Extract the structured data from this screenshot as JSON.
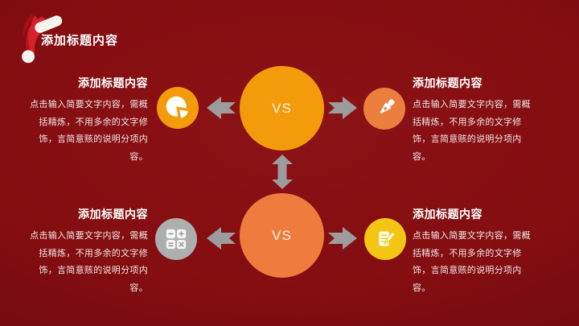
{
  "colors": {
    "background": "#830D10",
    "circle_orange": "#F49B0C",
    "circle_coral": "#EF7C3D",
    "circle_pen_orange": "#ED7F3E",
    "circle_gray": "#AEAEAE",
    "circle_gold": "#F3C514",
    "arrow_gray": "#9C9C9C",
    "title_white": "#FFFFFF",
    "body_text": "#F1E7E7",
    "hat_red": "#D6202B"
  },
  "header": {
    "title": "添加标题内容",
    "icon": "santa-hat-icon"
  },
  "center": {
    "top_circle": {
      "label": "VS"
    },
    "bottom_circle": {
      "label": "VS"
    }
  },
  "blocks": {
    "top_left": {
      "title": "添加标题内容",
      "body": "点击输入简要文字内容，需概括精炼，不用多余的文字修饰，言简意赅的说明分项内容。",
      "icon": "pie-chart-icon"
    },
    "top_right": {
      "title": "添加标题内容",
      "body": "点击输入简要文字内容，需概括精炼，不用多余的文字修饰，言简意赅的说明分项内容。",
      "icon": "pen-nib-icon"
    },
    "bottom_left": {
      "title": "添加标题内容",
      "body": "点击输入简要文字内容，需概括精炼，不用多余的文字修饰，言简意赅的说明分项内容。",
      "icon": "calculator-icon"
    },
    "bottom_right": {
      "title": "添加标题内容",
      "body": "点击输入简要文字内容，需概括精炼，不用多余的文字修饰，言简意赅的说明分项内容。",
      "icon": "note-edit-icon"
    }
  }
}
